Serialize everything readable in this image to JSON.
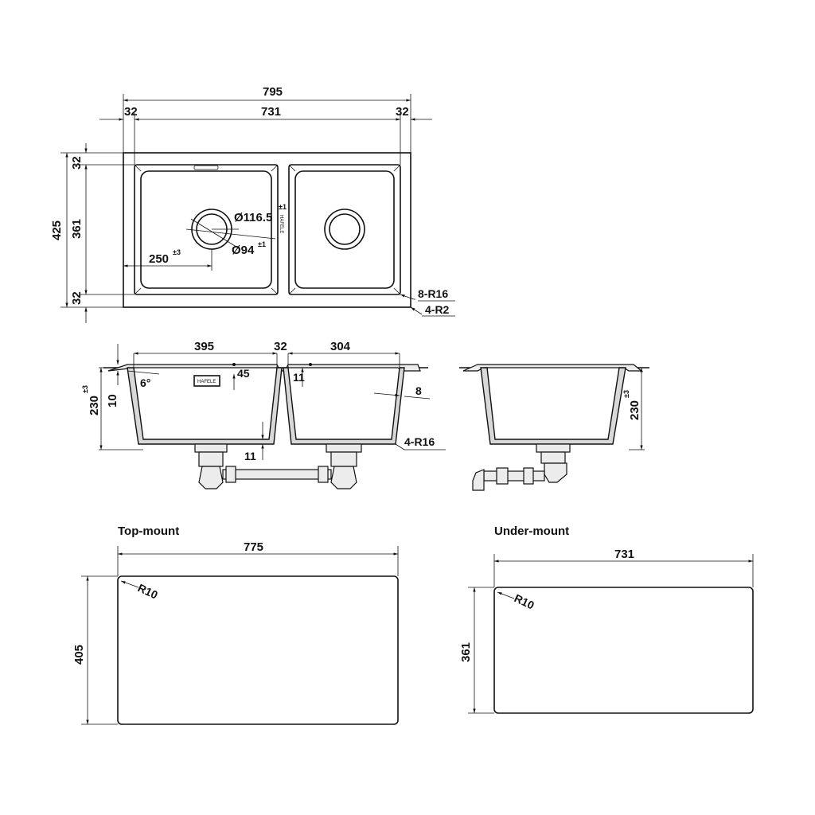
{
  "top_view": {
    "overall_width": "795",
    "flange_left": "32",
    "inner_width": "731",
    "flange_right": "32",
    "overall_depth": "425",
    "flange_top": "32",
    "inner_depth": "361",
    "flange_bottom": "32",
    "cutout_dia": "Ø116.5",
    "cutout_tol": "±1",
    "drain_dia": "Ø94",
    "drain_tol": "±1",
    "drain_offset": "250",
    "drain_offset_tol": "±3",
    "brand": "HAFELE",
    "corner_radius_inner": "8-R16",
    "corner_radius_outer": "4-R2"
  },
  "section_view": {
    "left_bowl_width": "395",
    "divider_width": "32",
    "right_bowl_width": "304",
    "angle": "6°",
    "label_45": "45",
    "label_11_top": "11",
    "label_11_bottom": "11",
    "label_8": "8",
    "radius": "4-R16",
    "depth": "230",
    "depth_tol": "±3",
    "rim": "10",
    "brand": "HAFELE"
  },
  "side_view": {
    "depth": "230",
    "depth_tol": "±3"
  },
  "top_mount": {
    "title": "Top-mount",
    "width": "775",
    "height": "405",
    "radius": "R10"
  },
  "under_mount": {
    "title": "Under-mount",
    "width": "731",
    "height": "361",
    "radius": "R10"
  }
}
